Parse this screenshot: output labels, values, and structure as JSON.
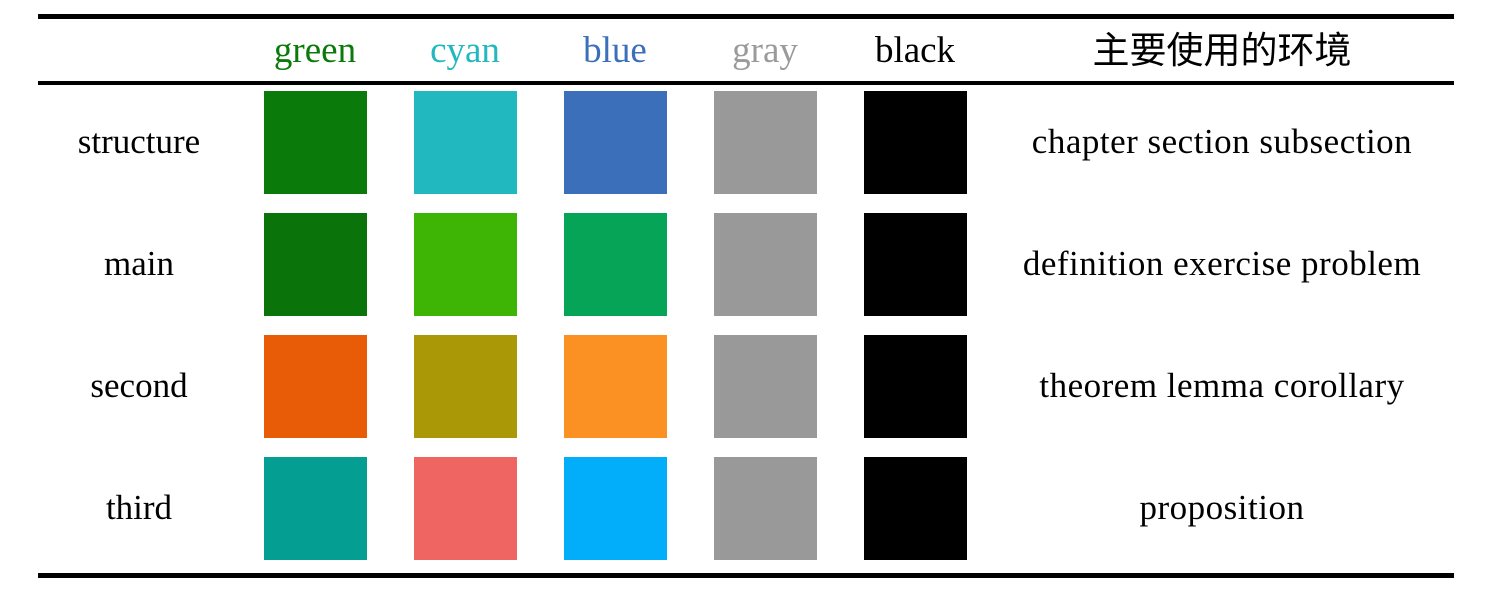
{
  "table": {
    "header": {
      "corner_label": "",
      "columns": [
        {
          "label": "green",
          "color": "#0a7a0a",
          "key": "green"
        },
        {
          "label": "cyan",
          "color": "#22b8bf",
          "key": "cyan"
        },
        {
          "label": "blue",
          "color": "#3b6fba",
          "key": "blue"
        },
        {
          "label": "gray",
          "color": "#9a9a9a",
          "key": "gray"
        },
        {
          "label": "black",
          "color": "#000000",
          "key": "black"
        }
      ],
      "description_label": "主要使用的环境"
    },
    "rows": [
      {
        "label": "structure",
        "swatches": [
          "#0a7a0a",
          "#22b8bf",
          "#3b6fba",
          "#999999",
          "#000000"
        ],
        "description": "chapter  section  subsection"
      },
      {
        "label": "main",
        "swatches": [
          "#0a7309",
          "#3eb505",
          "#06a456",
          "#999999",
          "#000000"
        ],
        "description": "definition  exercise  problem"
      },
      {
        "label": "second",
        "swatches": [
          "#e85c07",
          "#ab9806",
          "#fb9123",
          "#999999",
          "#000000"
        ],
        "description": "theorem  lemma  corollary"
      },
      {
        "label": "third",
        "swatches": [
          "#049e92",
          "#ef6562",
          "#02adfa",
          "#999999",
          "#000000"
        ],
        "description": "proposition"
      }
    ]
  }
}
